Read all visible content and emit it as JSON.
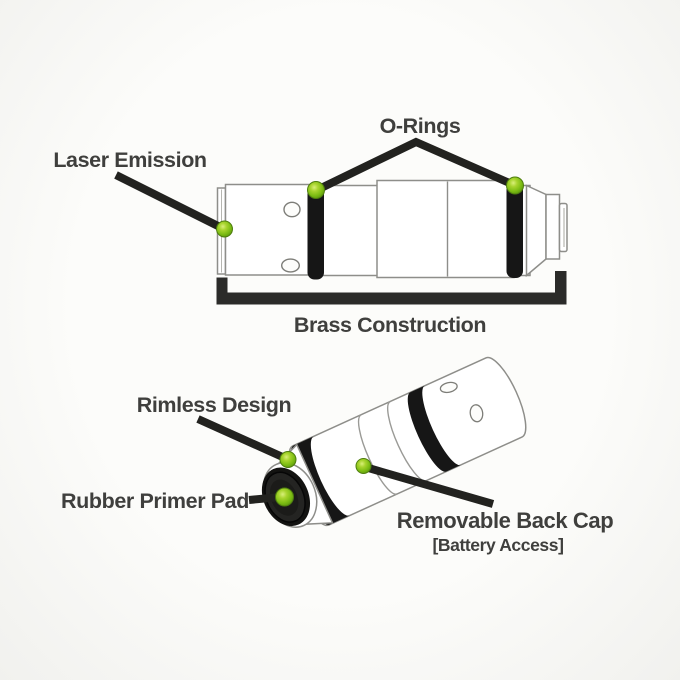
{
  "labels": {
    "o_rings": "O-Rings",
    "laser_emission": "Laser Emission",
    "brass_construction": "Brass Construction",
    "rimless_design": "Rimless Design",
    "rubber_primer_pad": "Rubber Primer Pad",
    "removable_back_cap": "Removable Back Cap",
    "battery_access": "[Battery Access]"
  },
  "markers": {
    "shape": "green-dot",
    "count": 6,
    "points": [
      "laser-emission-point",
      "o-ring-front-point",
      "o-ring-rear-point",
      "rimless-rim-point",
      "primer-pad-center-point",
      "back-cap-point"
    ]
  },
  "colors": {
    "marker_green": "#8cc61b",
    "pointer_line": "#22221f",
    "label_text": "#3f3f3d",
    "o_ring_black": "#161616",
    "body_fill": "#ffffff",
    "outline_gray": "#8e8e8a",
    "bracket_dark": "#2b2b29",
    "background": "#f7f7f4"
  }
}
